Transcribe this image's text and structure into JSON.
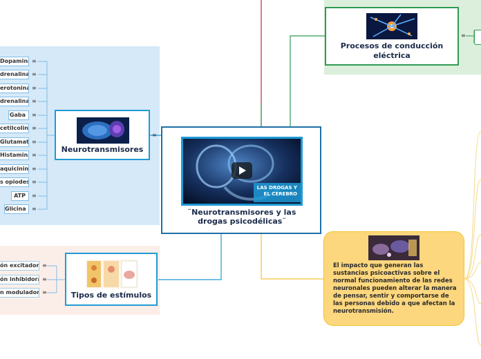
{
  "central": {
    "title": "¨Neurotransmisores y las drogas psicodélicas¨",
    "video_caption_line1": "LAS DROGAS Y",
    "video_caption_line2": "EL CEREBRO",
    "play_icon": "play-icon"
  },
  "neuro": {
    "title": "Neurotransmisores",
    "items": [
      "Dopamina",
      "drenalina",
      "erotonina",
      "drenalina",
      "Gaba",
      "cetilcolina",
      "Glutamato",
      "Histamina",
      "aquicinina",
      "s opiodes",
      "ATP",
      "Glicina"
    ]
  },
  "stimulus": {
    "title": "Tipos de estímulos",
    "items": [
      "ón excitadora",
      "ón inhibidora",
      "n moduladora"
    ]
  },
  "process": {
    "title": "Procesos de conducción eléctrica"
  },
  "impact": {
    "text": "El impacto que generan las sustancias psicoactivas sobre el normal funcionamiento de las redes neuronales pueden alterar la manera de pensar, sentir y comportarse de las personas debido a que afectan la neurotransmisión."
  },
  "colors": {
    "blue": "#1f9ad6",
    "green": "#2e9a52",
    "yellow": "#f2c230",
    "red": "#c0273a",
    "navy": "#1d6fa8"
  }
}
